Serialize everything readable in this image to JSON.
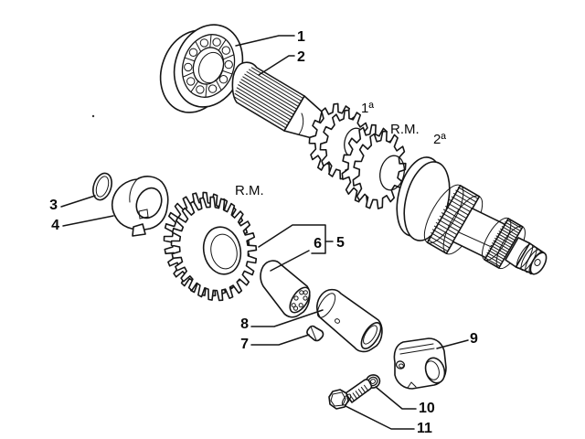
{
  "diagram": {
    "background": "#ffffff",
    "line_color": "#151515",
    "callouts": {
      "c1": "1",
      "c2": "2",
      "c3": "3",
      "c4": "4",
      "c5": "5",
      "c6": "6",
      "c7": "7",
      "c8": "8",
      "c9": "9",
      "c10": "10",
      "c11": "11"
    },
    "gear_labels": {
      "first": "1ª",
      "reverse_on_shaft": "R.M.",
      "second": "2ª",
      "reverse_idler": "R.M."
    }
  }
}
